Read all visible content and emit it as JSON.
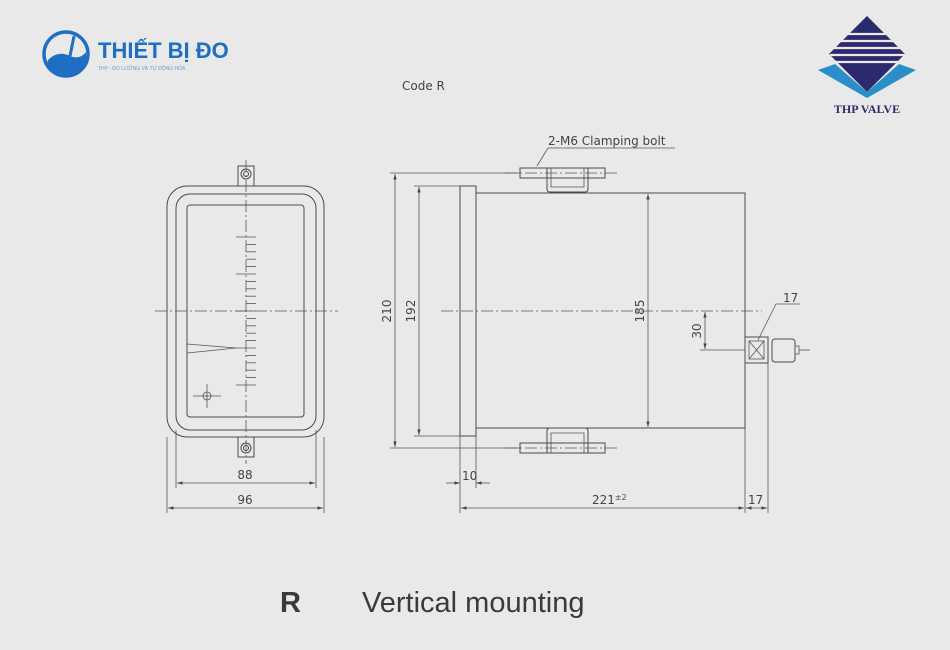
{
  "logo_left": {
    "text": "THIẾT BỊ ĐO",
    "subtext": "THP - ĐO LƯỜNG VÀ TỰ ĐỘNG HÓA",
    "color": "#1e6fc4"
  },
  "logo_right": {
    "text": "THP VALVE",
    "navy": "#2b2a6e",
    "cyan": "#2a8fc9"
  },
  "drawing": {
    "code_label": "Code R",
    "clamping_label": "2-M6 Clamping bolt",
    "dims": {
      "front_inner_width": "88",
      "front_outer_width": "96",
      "height_210": "210",
      "height_192": "192",
      "body_185": "185",
      "offset_30": "30",
      "connector_17": "17",
      "flange_10": "10",
      "depth_221": "221",
      "depth_tol": "±2",
      "connector_depth_17": "17"
    }
  },
  "caption": {
    "letter": "R",
    "text": "Vertical mounting"
  }
}
